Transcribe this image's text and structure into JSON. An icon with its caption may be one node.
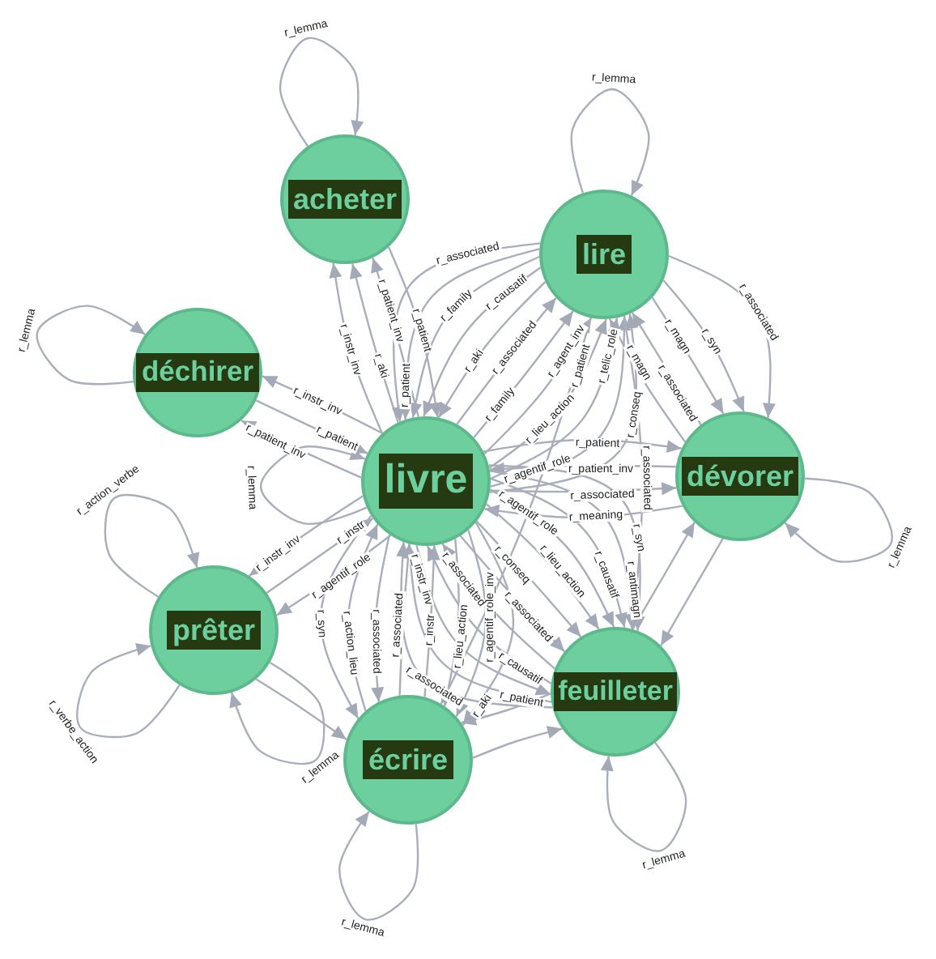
{
  "diagram": {
    "nodes": [
      {
        "text": [
          "acheter"
        ]
      },
      {
        "text": [
          "lire"
        ]
      },
      {
        "text": [
          "déchirer"
        ]
      },
      {
        "text": [
          "livre"
        ]
      },
      {
        "text": [
          "dévorer"
        ]
      },
      {
        "text": [
          "prêter"
        ]
      },
      {
        "text": [
          "écrire"
        ]
      },
      {
        "text": [
          "feuilleter"
        ]
      }
    ],
    "edges": [
      {
        "from": 0,
        "to": 0,
        "arrow": "to",
        "label": "r_lemma"
      },
      {
        "from": 1,
        "to": 1,
        "arrow": "to",
        "label": "r_lemma"
      },
      {
        "from": 2,
        "to": 2,
        "arrow": "to",
        "label": "r_lemma"
      },
      {
        "from": 3,
        "to": 3,
        "arrow": "to",
        "label": "r_lemma"
      },
      {
        "from": 4,
        "to": 4,
        "arrow": "to",
        "label": "r_lemma"
      },
      {
        "from": 5,
        "to": 5,
        "arrow": "to",
        "label": "r_action_verbe"
      },
      {
        "from": 5,
        "to": 5,
        "arrow": "to",
        "label": "r_verbe_action"
      },
      {
        "from": 5,
        "to": 5,
        "arrow": "to",
        "label": "r_lemma"
      },
      {
        "from": 6,
        "to": 6,
        "arrow": "to",
        "label": "r_lemma"
      },
      {
        "from": 7,
        "to": 7,
        "arrow": "to",
        "label": "r_lemma"
      },
      {
        "from": 0,
        "to": 3,
        "arrow": "to",
        "label": "r_patient"
      },
      {
        "from": 3,
        "to": 0,
        "arrow": "to",
        "label": "r_patient_inv"
      },
      {
        "from": 3,
        "to": 0,
        "arrow": "to",
        "label": "r_aki"
      },
      {
        "from": 3,
        "to": 0,
        "arrow": "to",
        "label": "r_instr_inv"
      },
      {
        "from": 3,
        "to": 2,
        "arrow": "to",
        "label": "r_instr_inv"
      },
      {
        "from": 2,
        "to": 3,
        "arrow": "to",
        "label": "r_patient"
      },
      {
        "from": 3,
        "to": 2,
        "arrow": "to",
        "label": "r_patient_inv"
      },
      {
        "from": 3,
        "to": 5,
        "arrow": "to",
        "label": "r_agentif_role"
      },
      {
        "from": 5,
        "to": 3,
        "arrow": "to",
        "label": "r_instr"
      },
      {
        "from": 3,
        "to": 5,
        "arrow": "to",
        "label": "r_instr_inv"
      },
      {
        "from": 3,
        "to": 6,
        "arrow": "to",
        "label": "r_aki"
      },
      {
        "from": 3,
        "to": 6,
        "arrow": "to",
        "label": "r_agentif_role_inv"
      },
      {
        "from": 3,
        "to": 6,
        "arrow": "to",
        "label": "r_lieu_action"
      },
      {
        "from": 6,
        "to": 3,
        "arrow": "to",
        "label": "r_instr"
      },
      {
        "from": 6,
        "to": 3,
        "arrow": "to",
        "label": "r_associated"
      },
      {
        "from": 3,
        "to": 6,
        "arrow": "to",
        "label": "r_associated"
      },
      {
        "from": 6,
        "to": 3,
        "arrow": "to",
        "label": "r_action_lieu"
      },
      {
        "from": 3,
        "to": 6,
        "arrow": "to",
        "label": "r_syn"
      },
      {
        "from": 5,
        "to": 6,
        "arrow": "to"
      },
      {
        "from": 3,
        "to": 1,
        "arrow": "to",
        "label": "r_conseq"
      },
      {
        "from": 3,
        "to": 1,
        "arrow": "to",
        "label": "r_agentif_role"
      },
      {
        "from": 3,
        "to": 1,
        "arrow": "to",
        "label": "r_telic_role"
      },
      {
        "from": 3,
        "to": 1,
        "arrow": "to",
        "label": "r_lieu_action"
      },
      {
        "from": 3,
        "to": 1,
        "arrow": "to",
        "label": "r_agent_inv"
      },
      {
        "from": 3,
        "to": 1,
        "arrow": "to",
        "label": "r_family"
      },
      {
        "from": 3,
        "to": 1,
        "arrow": "to",
        "label": "r_associated"
      },
      {
        "from": 1,
        "to": 3,
        "arrow": "to",
        "label": "r_aki"
      },
      {
        "from": 1,
        "to": 3,
        "arrow": "to",
        "label": "r_causatif"
      },
      {
        "from": 1,
        "to": 3,
        "arrow": "to",
        "label": "r_family"
      },
      {
        "from": 1,
        "to": 3,
        "arrow": "to",
        "label": "r_patient"
      },
      {
        "from": 1,
        "to": 3,
        "arrow": "to",
        "label": "r_associated"
      },
      {
        "from": 1,
        "to": 4,
        "arrow": "to",
        "label": "r_associated"
      },
      {
        "from": 1,
        "to": 4,
        "arrow": "to",
        "label": "r_syn"
      },
      {
        "from": 1,
        "to": 4,
        "arrow": "to",
        "label": "r_magn"
      },
      {
        "from": 4,
        "to": 1,
        "arrow": "to",
        "label": "r_associated"
      },
      {
        "from": 4,
        "to": 1,
        "arrow": "to",
        "label": "r_magn"
      },
      {
        "from": 3,
        "to": 4,
        "arrow": "to",
        "label": "r_patient"
      },
      {
        "from": 4,
        "to": 3,
        "arrow": "to",
        "label": "r_patient_inv"
      },
      {
        "from": 3,
        "to": 4,
        "arrow": "to",
        "label": "r_associated"
      },
      {
        "from": 4,
        "to": 3,
        "arrow": "to",
        "label": "r_meaning"
      },
      {
        "from": 3,
        "to": 7,
        "arrow": "to",
        "label": "r_syn"
      },
      {
        "from": 3,
        "to": 7,
        "arrow": "to",
        "label": "r_antimagn"
      },
      {
        "from": 3,
        "to": 7,
        "arrow": "to",
        "label": "r_causatif"
      },
      {
        "from": 3,
        "to": 7,
        "arrow": "to",
        "label": "r_agentif_role"
      },
      {
        "from": 3,
        "to": 7,
        "arrow": "to",
        "label": "r_lieu_action"
      },
      {
        "from": 3,
        "to": 7,
        "arrow": "to",
        "label": "r_conseq"
      },
      {
        "from": 3,
        "to": 7,
        "arrow": "to",
        "label": "r_associated"
      },
      {
        "from": 7,
        "to": 3,
        "arrow": "to",
        "label": "r_associated"
      },
      {
        "from": 7,
        "to": 3,
        "arrow": "to",
        "label": "r_causatif"
      },
      {
        "from": 3,
        "to": 7,
        "arrow": "to",
        "label": "r_instr_inv"
      },
      {
        "from": 7,
        "to": 3,
        "arrow": "to",
        "label": "r_patient"
      },
      {
        "from": 7,
        "to": 3,
        "arrow": "to",
        "label": "r_associated"
      },
      {
        "from": 7,
        "to": 6,
        "arrow": "to"
      },
      {
        "from": 6,
        "to": 7,
        "arrow": "to"
      },
      {
        "from": 4,
        "to": 7,
        "arrow": "to"
      },
      {
        "from": 7,
        "to": 4,
        "arrow": "to"
      },
      {
        "from": 1,
        "to": 7,
        "arrow": "to",
        "label": "r_associated"
      },
      {
        "from": 1,
        "to": 6,
        "arrow": "to",
        "label": "r_patient"
      }
    ]
  }
}
